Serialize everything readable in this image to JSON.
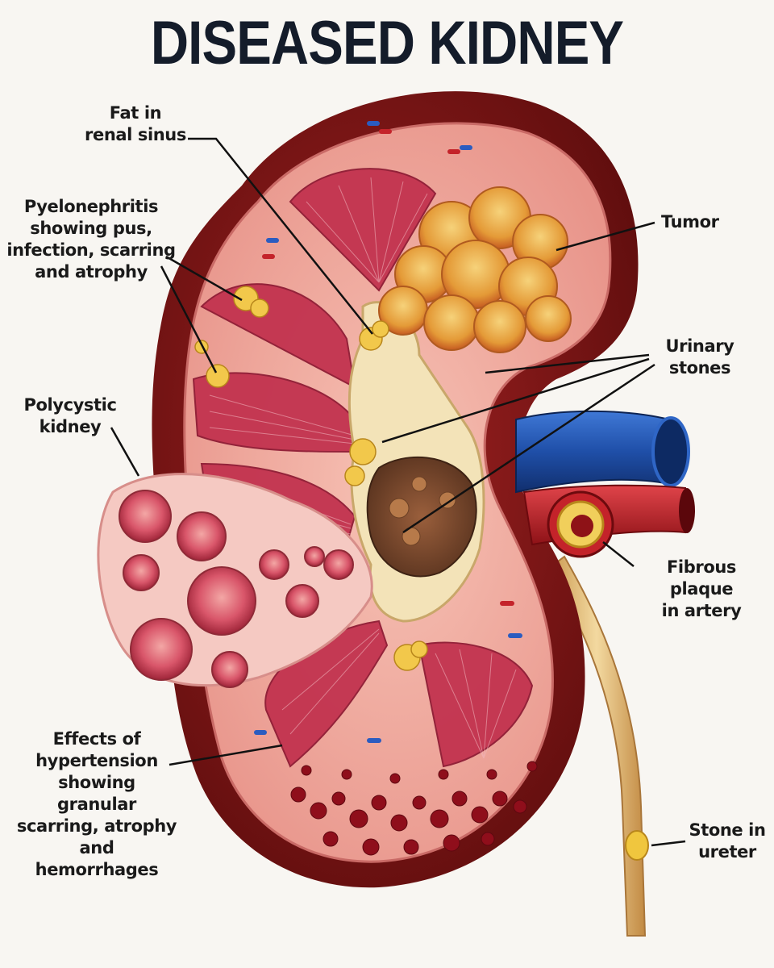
{
  "title": "DISEASED KIDNEY",
  "labels": {
    "fat_renal_sinus": [
      "Fat in",
      "renal sinus"
    ],
    "pyelonephritis": [
      "Pyelonephritis",
      "showing pus,",
      "infection, scarring",
      "and atrophy"
    ],
    "polycystic": [
      "Polycystic",
      "kidney"
    ],
    "hypertension": [
      "Effects of",
      "hypertension",
      "showing granular",
      "scarring, atrophy",
      "and hemorrhages"
    ],
    "tumor": [
      "Tumor"
    ],
    "urinary_stones": [
      "Urinary",
      "stones"
    ],
    "fibrous_plaque": [
      "Fibrous plaque",
      "in artery"
    ],
    "stone_ureter": [
      "Stone in",
      "ureter"
    ]
  },
  "colors": {
    "capsule": "#7a1414",
    "cortex": "#f2a79c",
    "pyramid": "#c2334f",
    "sinus_fat": "#f3e3b8",
    "tumor": "#e9a53a",
    "cyst": "#e07a7f",
    "vein": "#1f4fa8",
    "artery": "#b81c22",
    "ureter": "#e9c98b",
    "title": "#141c2a"
  }
}
